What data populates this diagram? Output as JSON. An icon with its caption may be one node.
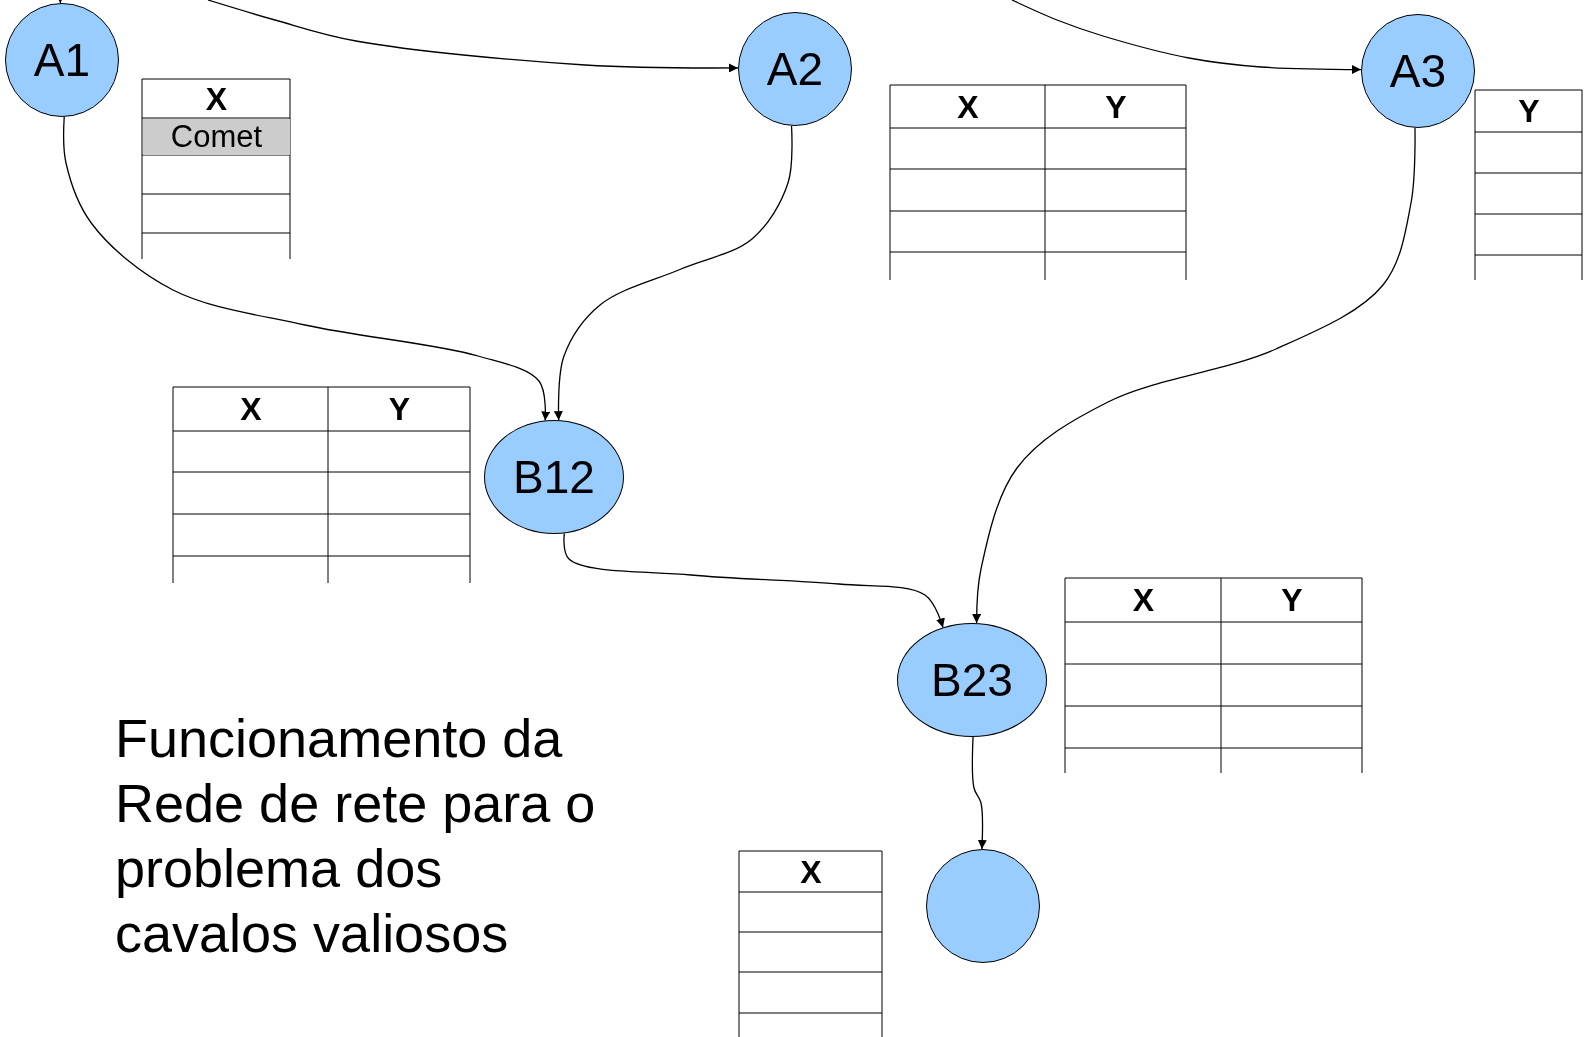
{
  "diagram": {
    "caption": "Funcionamento da Rede de rete para o problema dos cavalos valiosos",
    "nodes": [
      {
        "text": [
          "A1"
        ]
      },
      {
        "text": [
          "A2"
        ]
      },
      {
        "text": [
          "A3"
        ]
      },
      {
        "text": [
          "B12"
        ]
      },
      {
        "text": [
          "B23"
        ]
      },
      {
        "text": [],
        "shape": "circle"
      }
    ],
    "edges": [
      {
        "from": null,
        "to": 0,
        "arrow": "to"
      },
      {
        "from": null,
        "to": 1,
        "arrow": "to"
      },
      {
        "from": null,
        "to": 2,
        "arrow": "to"
      },
      {
        "from": 0,
        "to": 3,
        "arrow": "to"
      },
      {
        "from": 1,
        "to": 3,
        "arrow": "to"
      },
      {
        "from": 2,
        "to": 4,
        "arrow": "to"
      },
      {
        "from": 3,
        "to": 4,
        "arrow": "to"
      },
      {
        "from": 4,
        "to": 5,
        "arrow": "to"
      }
    ],
    "labels": [
      "X",
      "Comet",
      "X",
      "Y",
      "Y",
      "X",
      "Y",
      "X",
      "Y",
      "X"
    ]
  }
}
